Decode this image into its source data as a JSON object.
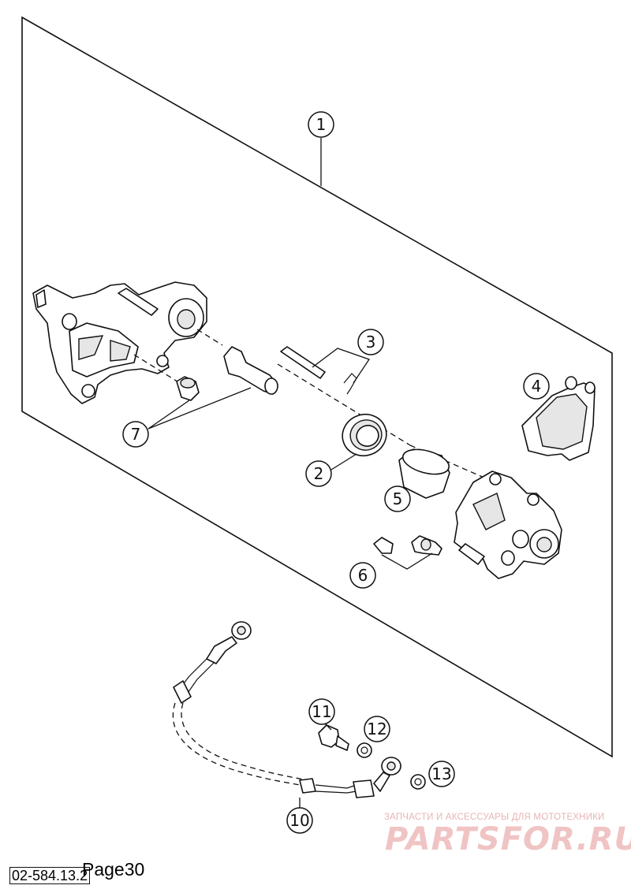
{
  "callouts": {
    "c1": "1",
    "c2": "2",
    "c3": "3",
    "c4": "4",
    "c5": "5",
    "c6": "6",
    "c7": "7",
    "c10": "10",
    "c11": "11",
    "c12": "12",
    "c13": "13"
  },
  "watermark": {
    "tagline": "ЗАПЧАСТИ И АКСЕССУАРЫ ДЛЯ МОТОТЕХНИКИ",
    "logo": "PARTSFOR.RU"
  },
  "footer": {
    "code": "02-584.13.2",
    "page": "Page30"
  }
}
